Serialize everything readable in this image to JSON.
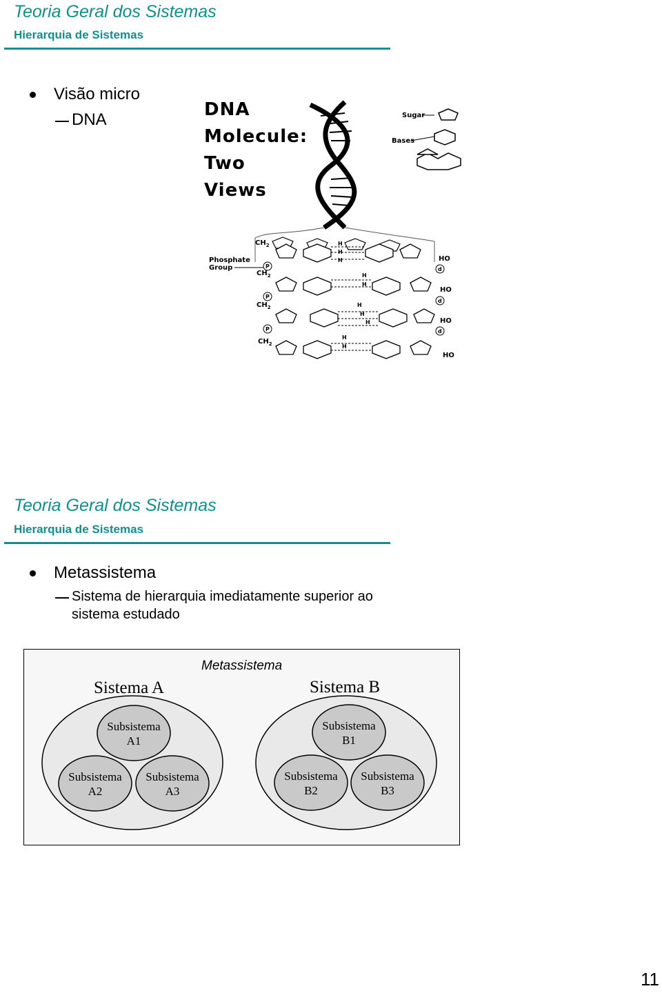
{
  "slide1": {
    "title": "Teoria Geral dos Sistemas",
    "subtitle": "Hierarquia de Sistemas",
    "bullet": "Visão micro",
    "sub_bullet": "DNA",
    "figure": {
      "heading": [
        "DNA",
        "Molecule:",
        "Two",
        "Views"
      ],
      "labels": {
        "sugar": "Sugar",
        "bases": "Bases",
        "phosphate": "Phosphate",
        "group": "Group",
        "ch2": "CH",
        "ch2_sub": "2",
        "p": "P",
        "d": "d",
        "h": "H",
        "ho": "HO"
      }
    }
  },
  "slide2": {
    "title": "Teoria Geral dos Sistemas",
    "subtitle": "Hierarquia de Sistemas",
    "bullet": "Metassistema",
    "sub_bullet_line1": "Sistema de hierarquia imediatamente superior ao",
    "sub_bullet_line2": "sistema estudado",
    "diagram": {
      "label": "Metassistema",
      "system_a": {
        "title": "Sistema A",
        "a1": [
          "Subsistema",
          "A1"
        ],
        "a2": [
          "Subsistema",
          "A2"
        ],
        "a3": [
          "Subsistema",
          "A3"
        ]
      },
      "system_b": {
        "title": "Sistema B",
        "b1": [
          "Subsistema",
          "B1"
        ],
        "b2": [
          "Subsistema",
          "B2"
        ],
        "b3": [
          "Subsistema",
          "B3"
        ]
      }
    }
  },
  "page_number": "11",
  "colors": {
    "accent": "#0f8f8f",
    "outer_ellipse": "#e9e9e9",
    "inner_ellipse": "#c9c9c9"
  }
}
